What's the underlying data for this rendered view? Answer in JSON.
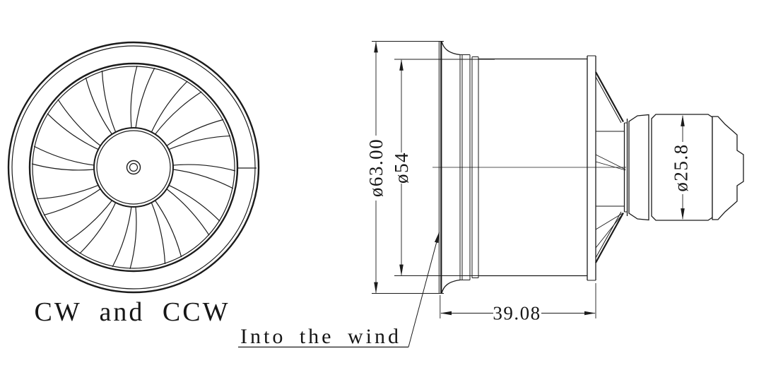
{
  "front_view": {
    "caption": "CW and CCW"
  },
  "side_view": {
    "annotation": "Into the wind"
  },
  "dimensions": {
    "outer_diameter": "ø63.00",
    "fan_diameter": "ø54",
    "motor_diameter": "ø25.8",
    "length": "39.08"
  },
  "colors": {
    "line": "#1b1b1b",
    "background": "#ffffff"
  }
}
